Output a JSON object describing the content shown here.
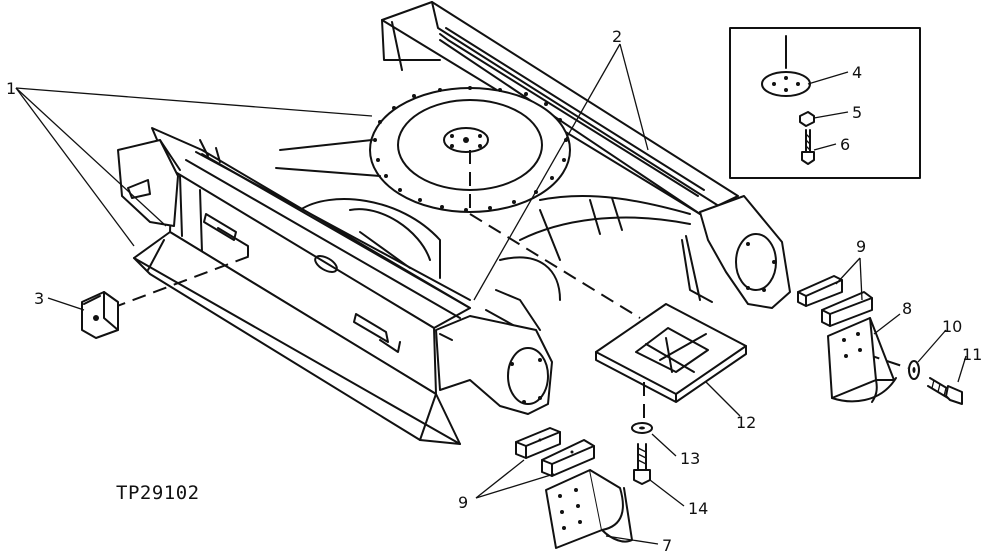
{
  "figure": {
    "id": "TP29102",
    "callouts": [
      {
        "label": "1",
        "part": "frame"
      },
      {
        "label": "2",
        "part": "rail"
      },
      {
        "label": "3",
        "part": "clip"
      },
      {
        "label": "4",
        "part": "plate"
      },
      {
        "label": "5",
        "part": "nut"
      },
      {
        "label": "6",
        "part": "bolt"
      },
      {
        "label": "7",
        "part": "guard"
      },
      {
        "label": "8",
        "part": "guard"
      },
      {
        "label": "9",
        "part": "spacer"
      },
      {
        "label": "9",
        "part": "spacer"
      },
      {
        "label": "10",
        "part": "washer"
      },
      {
        "label": "11",
        "part": "bolt"
      },
      {
        "label": "12",
        "part": "plate"
      },
      {
        "label": "13",
        "part": "washer"
      },
      {
        "label": "14",
        "part": "bolt"
      }
    ]
  }
}
